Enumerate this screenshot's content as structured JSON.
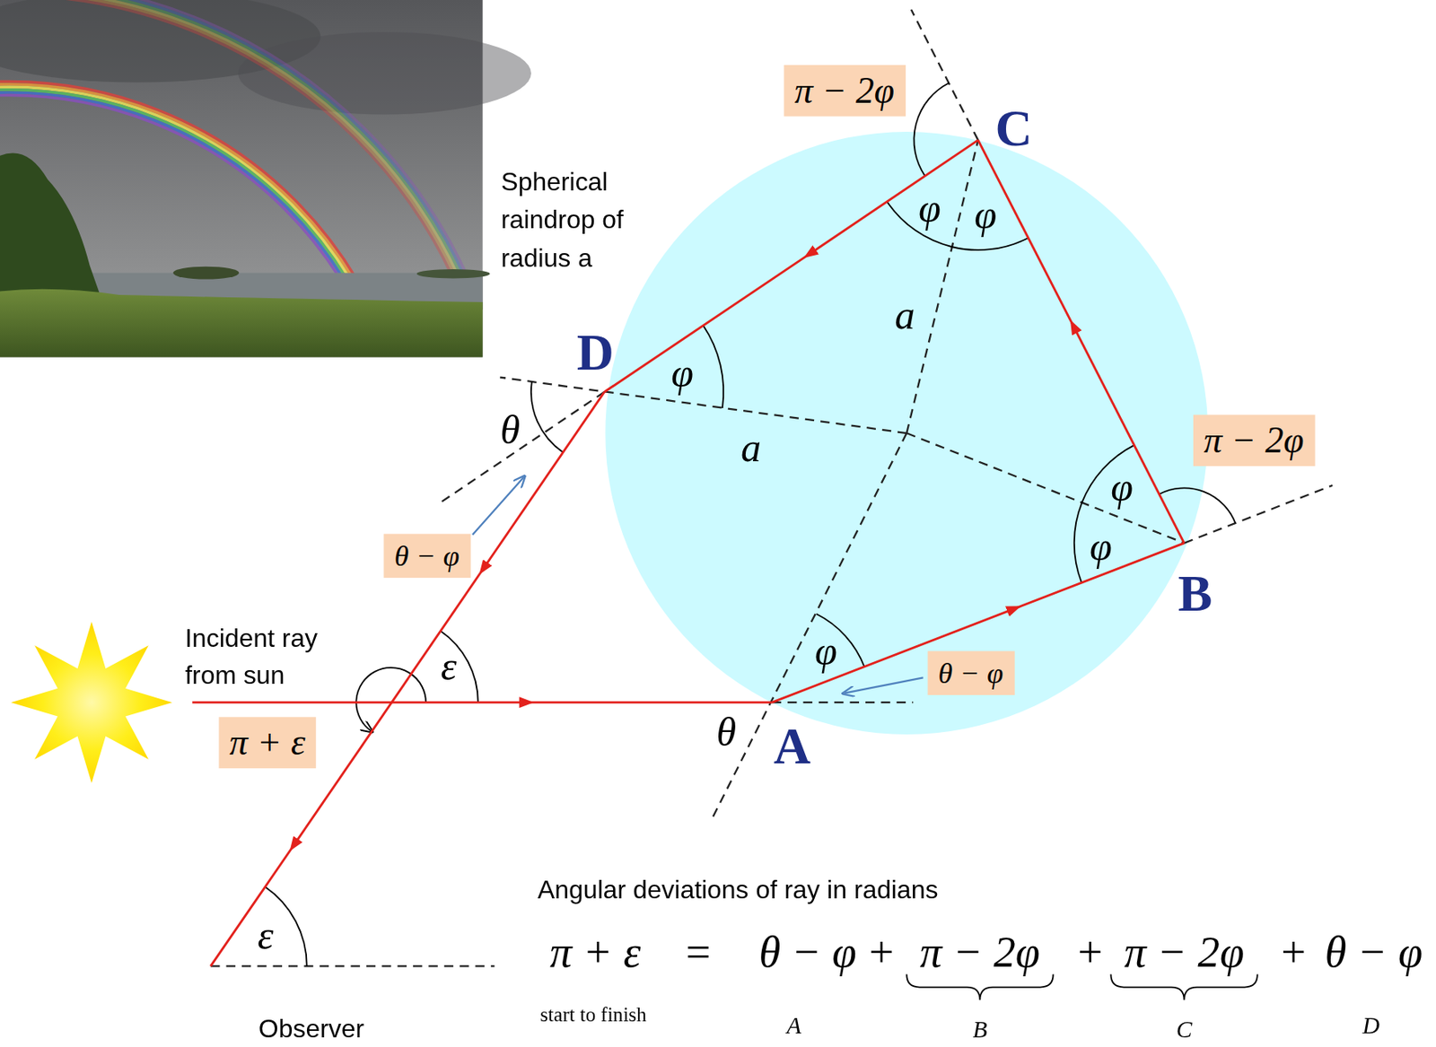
{
  "diagram": {
    "nodes": [
      {
        "text": [
          "π − 2φ"
        ]
      },
      {
        "text": [
          "π − 2φ"
        ]
      },
      {
        "text": [
          "θ − φ"
        ]
      },
      {
        "text": [
          "θ − φ"
        ]
      },
      {
        "text": [
          "π + ε"
        ]
      }
    ],
    "labels": [
      "C",
      "Spherical raindrop of radius a",
      "φ",
      "φ",
      "a",
      "D",
      "φ",
      "θ",
      "a",
      "φ",
      "φ",
      "B",
      "Incident ray from sun",
      "φ",
      "ε",
      "θ",
      "A",
      "Angular deviations of ray in radians",
      "ε",
      "π + ε",
      "=",
      "θ − φ",
      "+",
      "π − 2φ",
      "+",
      "π − 2φ",
      "+",
      "θ − φ",
      "start to finish",
      "A",
      "B",
      "C",
      "D",
      "Observer"
    ]
  }
}
